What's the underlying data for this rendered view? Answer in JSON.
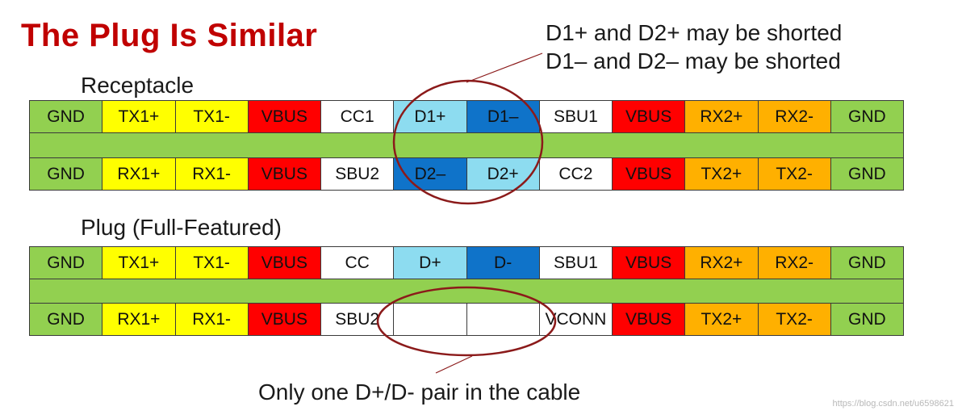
{
  "title": "The Plug Is Similar",
  "notes": [
    "D1+ and D2+ may be shorted",
    "D1– and D2– may be shorted"
  ],
  "receptacle": {
    "label": "Receptacle",
    "top_row": [
      {
        "label": "GND",
        "color": "#92d050"
      },
      {
        "label": "TX1+",
        "color": "#ffff00"
      },
      {
        "label": "TX1-",
        "color": "#ffff00"
      },
      {
        "label": "VBUS",
        "color": "#ff0000"
      },
      {
        "label": "CC1",
        "color": "#ffffff"
      },
      {
        "label": "D1+",
        "color": "#8ddcf0"
      },
      {
        "label": "D1–",
        "color": "#0f73c9"
      },
      {
        "label": "SBU1",
        "color": "#ffffff"
      },
      {
        "label": "VBUS",
        "color": "#ff0000"
      },
      {
        "label": "RX2+",
        "color": "#ffb000"
      },
      {
        "label": "RX2-",
        "color": "#ffb000"
      },
      {
        "label": "GND",
        "color": "#92d050"
      }
    ],
    "bottom_row": [
      {
        "label": "GND",
        "color": "#92d050"
      },
      {
        "label": "RX1+",
        "color": "#ffff00"
      },
      {
        "label": "RX1-",
        "color": "#ffff00"
      },
      {
        "label": "VBUS",
        "color": "#ff0000"
      },
      {
        "label": "SBU2",
        "color": "#ffffff"
      },
      {
        "label": "D2–",
        "color": "#0f73c9"
      },
      {
        "label": "D2+",
        "color": "#8ddcf0"
      },
      {
        "label": "CC2",
        "color": "#ffffff"
      },
      {
        "label": "VBUS",
        "color": "#ff0000"
      },
      {
        "label": "TX2+",
        "color": "#ffb000"
      },
      {
        "label": "TX2-",
        "color": "#ffb000"
      },
      {
        "label": "GND",
        "color": "#92d050"
      }
    ]
  },
  "plug": {
    "label": "Plug (Full-Featured)",
    "top_row": [
      {
        "label": "GND",
        "color": "#92d050"
      },
      {
        "label": "TX1+",
        "color": "#ffff00"
      },
      {
        "label": "TX1-",
        "color": "#ffff00"
      },
      {
        "label": "VBUS",
        "color": "#ff0000"
      },
      {
        "label": "CC",
        "color": "#ffffff"
      },
      {
        "label": "D+",
        "color": "#8ddcf0"
      },
      {
        "label": "D-",
        "color": "#0f73c9"
      },
      {
        "label": "SBU1",
        "color": "#ffffff"
      },
      {
        "label": "VBUS",
        "color": "#ff0000"
      },
      {
        "label": "RX2+",
        "color": "#ffb000"
      },
      {
        "label": "RX2-",
        "color": "#ffb000"
      },
      {
        "label": "GND",
        "color": "#92d050"
      }
    ],
    "bottom_row": [
      {
        "label": "GND",
        "color": "#92d050"
      },
      {
        "label": "RX1+",
        "color": "#ffff00"
      },
      {
        "label": "RX1-",
        "color": "#ffff00"
      },
      {
        "label": "VBUS",
        "color": "#ff0000"
      },
      {
        "label": "SBU2",
        "color": "#ffffff"
      },
      {
        "label": "",
        "color": "#ffffff"
      },
      {
        "label": "",
        "color": "#ffffff"
      },
      {
        "label": "VCONN",
        "color": "#ffffff"
      },
      {
        "label": "VBUS",
        "color": "#ff0000"
      },
      {
        "label": "TX2+",
        "color": "#ffb000"
      },
      {
        "label": "TX2-",
        "color": "#ffb000"
      },
      {
        "label": "GND",
        "color": "#92d050"
      }
    ]
  },
  "footer_note": "Only one D+/D- pair in the cable",
  "watermark": "https://blog.csdn.net/u6598621",
  "colors": {
    "title": "#c00000",
    "highlight_ellipse": "#8b1a1a",
    "connector_body": "#92d050"
  }
}
